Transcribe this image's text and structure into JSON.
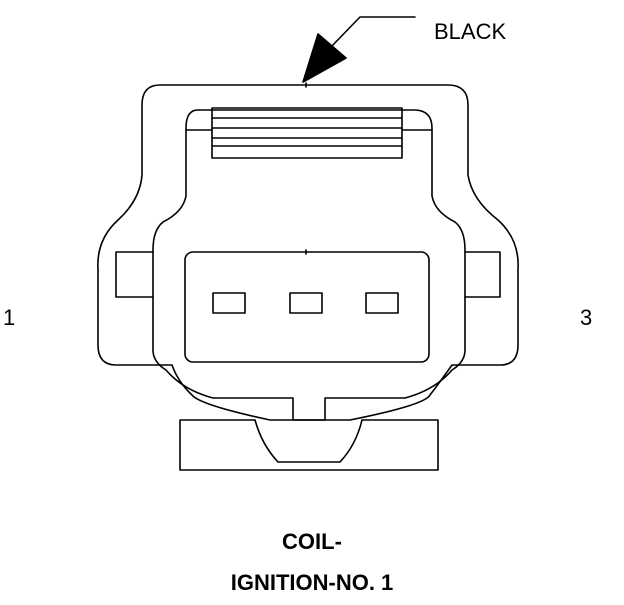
{
  "connector": {
    "color_label": "BLACK",
    "pin_left_label": "1",
    "pin_right_label": "3",
    "title_line1": "COIL-",
    "title_line2": "IGNITION-NO. 1",
    "pin_count": 3,
    "line_color": "#000000",
    "background": "#ffffff"
  }
}
